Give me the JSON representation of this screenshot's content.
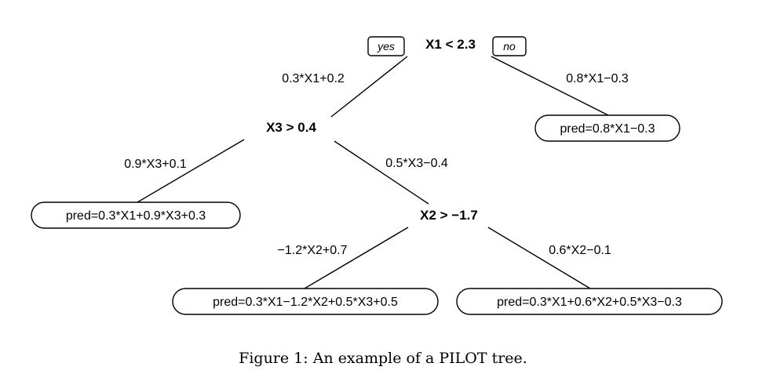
{
  "tree": {
    "root": {
      "condition": "X1 < 2.3",
      "yes_label": "yes",
      "no_label": "no"
    },
    "edges": {
      "root_yes": "0.3*X1+0.2",
      "root_no": "0.8*X1−0.3",
      "x3_yes": "0.9*X3+0.1",
      "x3_no": "0.5*X3−0.4",
      "x2_yes": "−1.2*X2+0.7",
      "x2_no": "0.6*X2−0.1"
    },
    "nodes": {
      "x3": "X3 > 0.4",
      "x2": "X2 > −1.7"
    },
    "leaves": {
      "leaf_root_no": "pred=0.8*X1−0.3",
      "leaf_x3_yes": "pred=0.3*X1+0.9*X3+0.3",
      "leaf_x2_yes": "pred=0.3*X1−1.2*X2+0.5*X3+0.5",
      "leaf_x2_no": "pred=0.3*X1+0.6*X2+0.5*X3−0.3"
    }
  },
  "caption": "Figure 1: An example of a PILOT tree."
}
